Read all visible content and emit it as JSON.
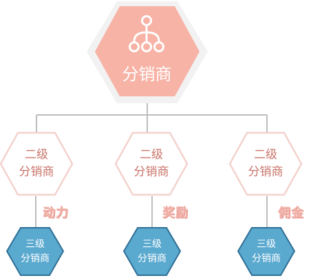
{
  "root": {
    "label": "分销商",
    "icon": "network-icon",
    "color": "#f7b3a6",
    "halo": "#f2f2f2"
  },
  "level2": [
    {
      "line1": "二级",
      "line2": "分销商"
    },
    {
      "line1": "二级",
      "line2": "分销商"
    },
    {
      "line1": "二级",
      "line2": "分销商"
    }
  ],
  "rewards": [
    "动力",
    "奖励",
    "佣金"
  ],
  "level3": [
    {
      "line1": "三级",
      "line2": "分销商"
    },
    {
      "line1": "三级",
      "line2": "分销商"
    },
    {
      "line1": "三级",
      "line2": "分销商"
    }
  ],
  "colors": {
    "level2_fill": "#ffffff",
    "level2_border": "#f3d2cc",
    "level3_fill": "#5aa9cf",
    "level3_border": "#2f6f95",
    "connector": "#bdbdbd"
  }
}
